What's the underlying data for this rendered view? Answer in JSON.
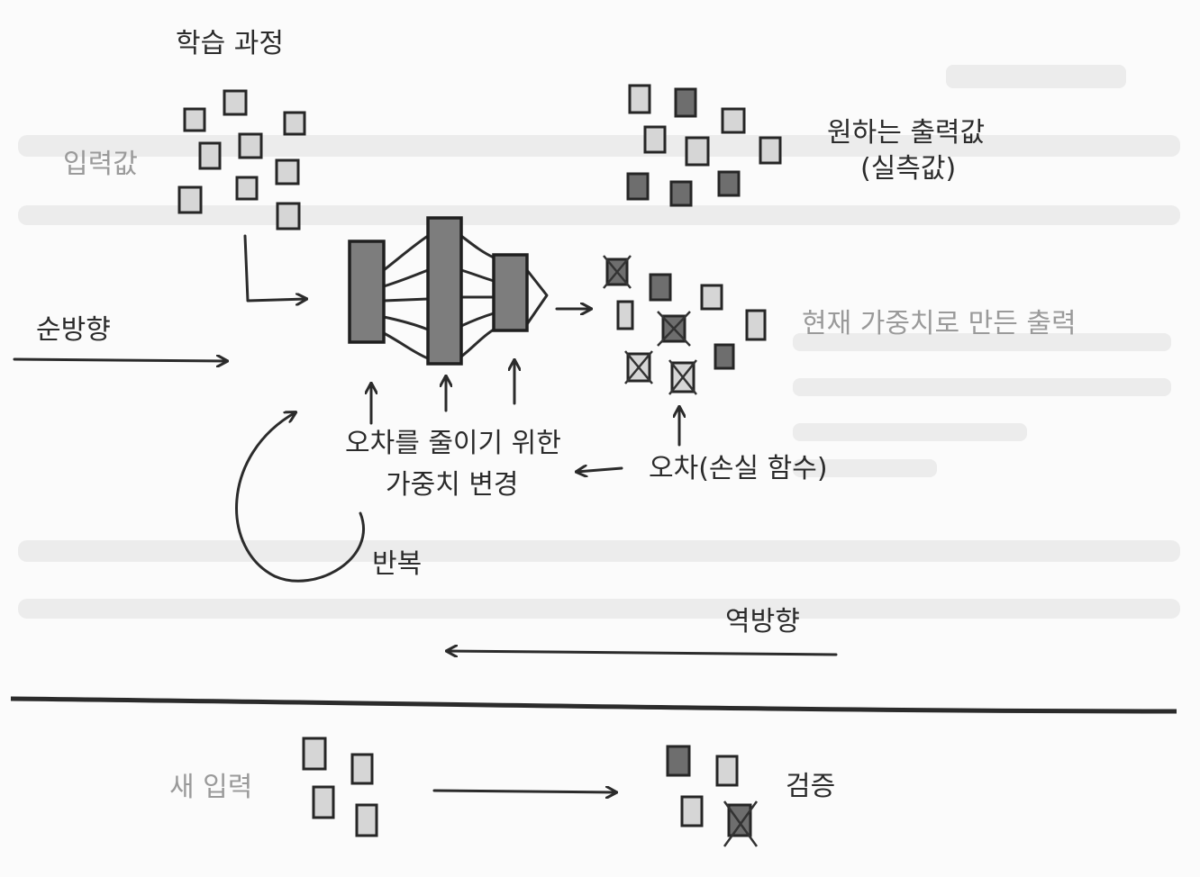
{
  "labels": {
    "title": "학습 과정",
    "input": "입력값",
    "desired_output_line1": "원하는 출력값",
    "desired_output_line2": "(실측값)",
    "forward": "순방향",
    "current_output": "현재 가중치로 만든 출력",
    "weight_update_line1": "오차를 줄이기 위한",
    "weight_update_line2": "가중치 변경",
    "error": "오차(손실 함수)",
    "repeat": "반복",
    "backward": "역방향",
    "new_input": "새 입력",
    "validation": "검증"
  },
  "colors": {
    "ink": "#2b2b2b",
    "light_box": "#d6d6d6",
    "dark_box": "#6e6e6e",
    "layer": "#7d7d7d",
    "gray_text": "#9a9a9a"
  }
}
